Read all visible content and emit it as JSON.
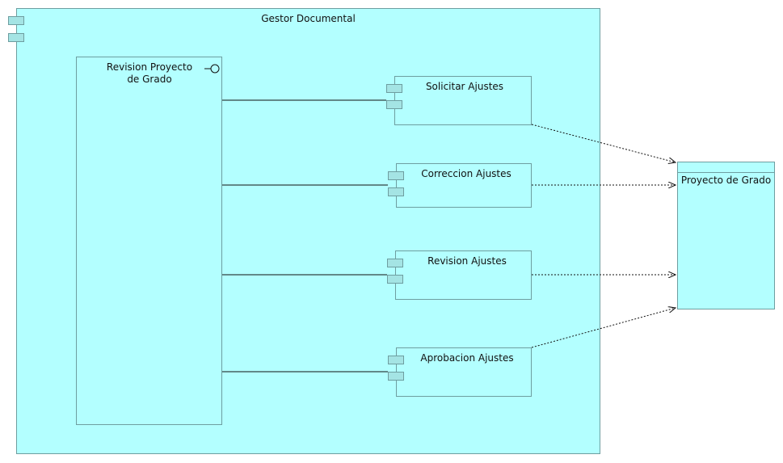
{
  "diagram": {
    "container": {
      "title": "Gestor Documental"
    },
    "main_component": {
      "title": "Revision Proyecto de Grado"
    },
    "components": [
      {
        "title": "Solicitar Ajustes"
      },
      {
        "title": "Correccion Ajustes"
      },
      {
        "title": "Revision Ajustes"
      },
      {
        "title": "Aprobacion Ajustes"
      }
    ],
    "external": {
      "title": "Proyecto de Grado"
    },
    "colors": {
      "fill": "#b3ffff",
      "tab": "#a4e4e4",
      "border": "#6e9ea0"
    }
  }
}
